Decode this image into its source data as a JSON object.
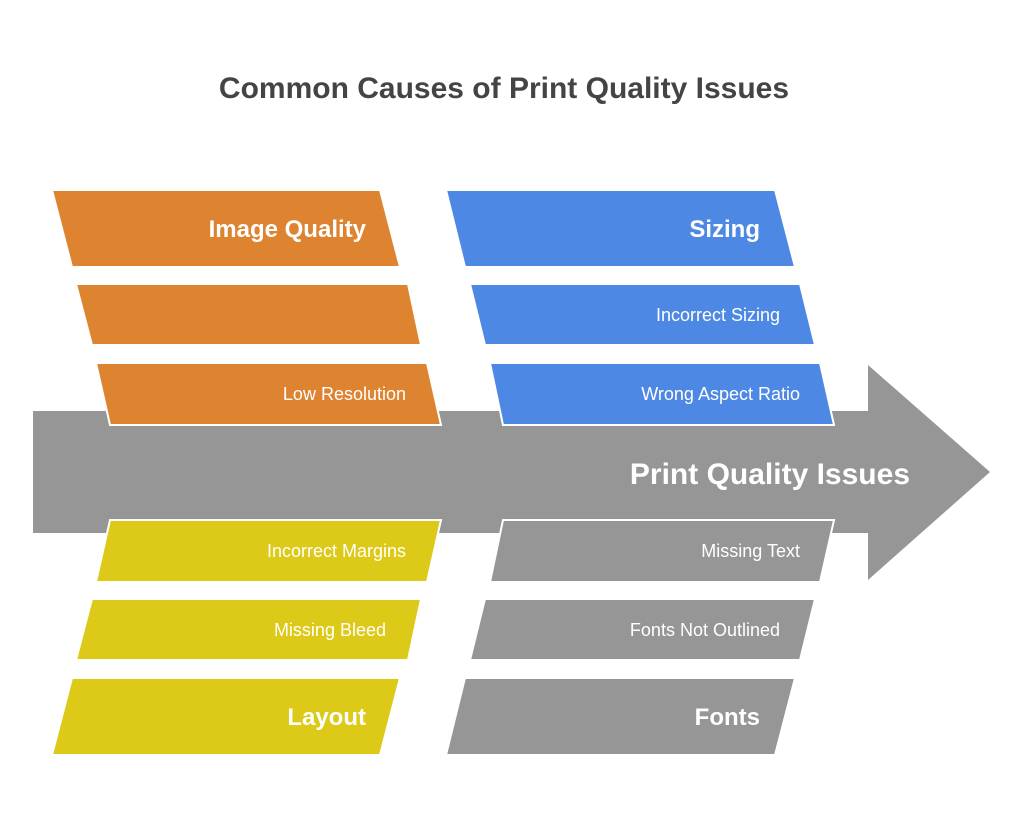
{
  "title": "Common Causes of Print Quality Issues",
  "spine": {
    "label": "Print Quality Issues",
    "color": "#969696"
  },
  "colors": {
    "orange": "#DE8431",
    "blue": "#4D88E5",
    "yellow": "#DDC918",
    "grey": "#969696",
    "title": "#444444"
  },
  "categories": {
    "image_quality": {
      "label": "Image Quality",
      "causes": [
        "",
        "Low Resolution"
      ]
    },
    "sizing": {
      "label": "Sizing",
      "causes": [
        "Incorrect Sizing",
        "Wrong Aspect Ratio"
      ]
    },
    "layout": {
      "label": "Layout",
      "causes": [
        "Incorrect Margins",
        "Missing Bleed"
      ]
    },
    "fonts": {
      "label": "Fonts",
      "causes": [
        "Missing Text",
        "Fonts Not Outlined"
      ]
    }
  }
}
